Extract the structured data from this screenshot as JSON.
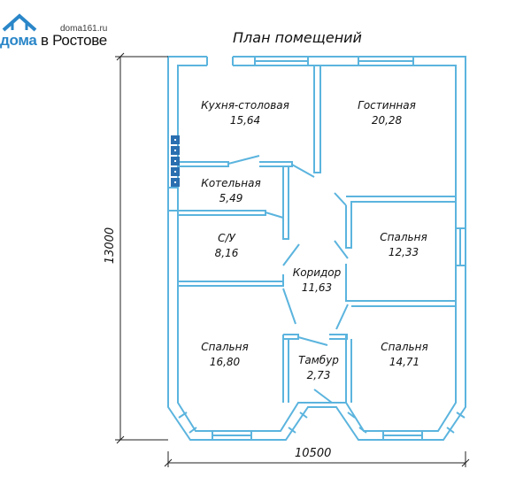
{
  "logo": {
    "site": "doma161.ru",
    "word1": "дома",
    "word2": " в Ростове"
  },
  "title": "План помещений",
  "rooms": {
    "kitchen": {
      "name": "Кухня-столовая",
      "area": "15,64"
    },
    "living": {
      "name": "Гостинная",
      "area": "20,28"
    },
    "boiler": {
      "name": "Котельная",
      "area": "5,49"
    },
    "bathroom": {
      "name": "С/У",
      "area": "8,16"
    },
    "corridor": {
      "name": "Коридор",
      "area": "11,63"
    },
    "bedroom_r": {
      "name": "Спальня",
      "area": "12,33"
    },
    "bedroom_l": {
      "name": "Спальня",
      "area": "16,80"
    },
    "vestibule": {
      "name": "Тамбур",
      "area": "2,73"
    },
    "bedroom_br": {
      "name": "Спальня",
      "area": "14,71"
    }
  },
  "dimensions": {
    "width": "10500",
    "height": "13000"
  },
  "colors": {
    "wall": "#5bb4de",
    "wall_fill": "#ffffff",
    "logo_blue": "#2a86c8",
    "socket": "#2a6fb0"
  }
}
